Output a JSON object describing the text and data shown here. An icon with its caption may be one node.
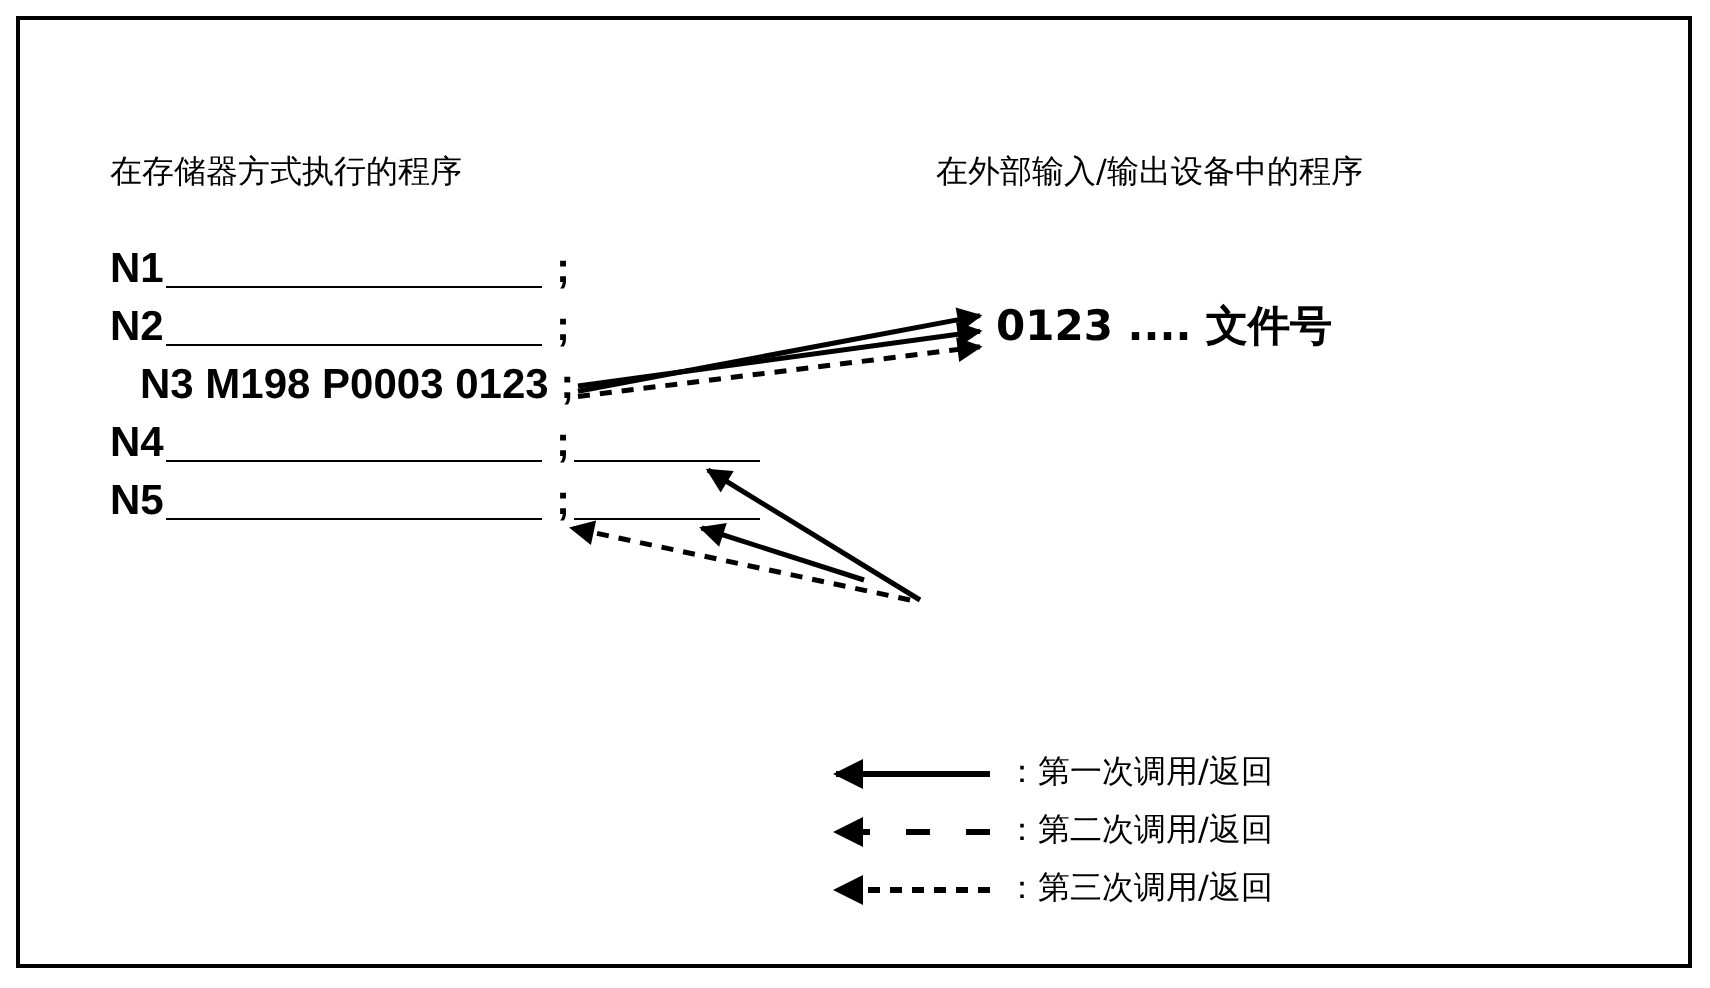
{
  "diagram": {
    "nodes": [
      {
        "text": [
          "N1",
          ";"
        ]
      },
      {
        "text": [
          "N2",
          ";"
        ]
      },
      {
        "text": [
          "N3 M198 P0003 0123 ;"
        ]
      },
      {
        "text": [
          "N4",
          ";"
        ]
      },
      {
        "text": [
          "N5",
          ";"
        ]
      },
      {
        "text": [
          "0123 .... 文件号"
        ]
      }
    ],
    "edges": [
      {
        "from": 2,
        "to": 5,
        "arrow": "to"
      },
      {
        "from": 2,
        "to": 5,
        "arrow": "to"
      },
      {
        "from": 2,
        "to": 5,
        "arrow": "to",
        "style": "dashed"
      },
      {
        "from": null,
        "to": 3,
        "arrow": "to"
      },
      {
        "from": null,
        "to": 4,
        "arrow": "to"
      },
      {
        "from": null,
        "to": 4,
        "arrow": "to",
        "style": "dashed"
      }
    ],
    "labels": [
      "在存储器方式执行的程序",
      "在外部输入/输出设备中的程序"
    ],
    "legend": [
      {
        "text": "：第一次调用/返回"
      },
      {
        "text": "：第二次调用/返回"
      },
      {
        "text": "：第三次调用/返回"
      }
    ]
  }
}
